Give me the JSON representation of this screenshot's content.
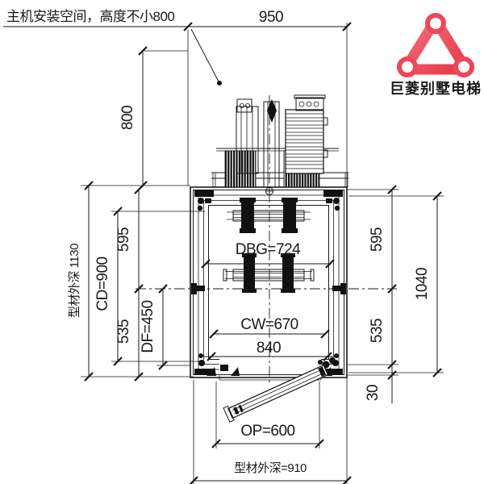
{
  "page": {
    "background": "#ffffff",
    "line_color": "#1a1a1a"
  },
  "annotations": {
    "machine_space_note": "主机安装空间，高度不小800"
  },
  "logo": {
    "brand_text": "巨菱别墅电梯",
    "mark": "rounded-triangle-with-three-pulleys",
    "primary_color": "#ee4757",
    "text_color": "#ef3f50"
  },
  "dimensions": {
    "top_width": "950",
    "machine_space_height": "800",
    "profile_outer_depth_left": "型材外深 1130",
    "car_depth": "CD=900",
    "left_upper_segment": "595",
    "left_lower_segment": "535",
    "door_frame_depth": "DF=450",
    "guide_rail_span": "DBG=724",
    "car_width": "CW=670",
    "inner_width": "840",
    "right_upper_segment": "595",
    "right_lower_segment": "535",
    "sill_offset": "30",
    "right_total_height": "1040",
    "door_opening": "OP=600",
    "profile_outer_width_bottom": "型材外深=910"
  }
}
